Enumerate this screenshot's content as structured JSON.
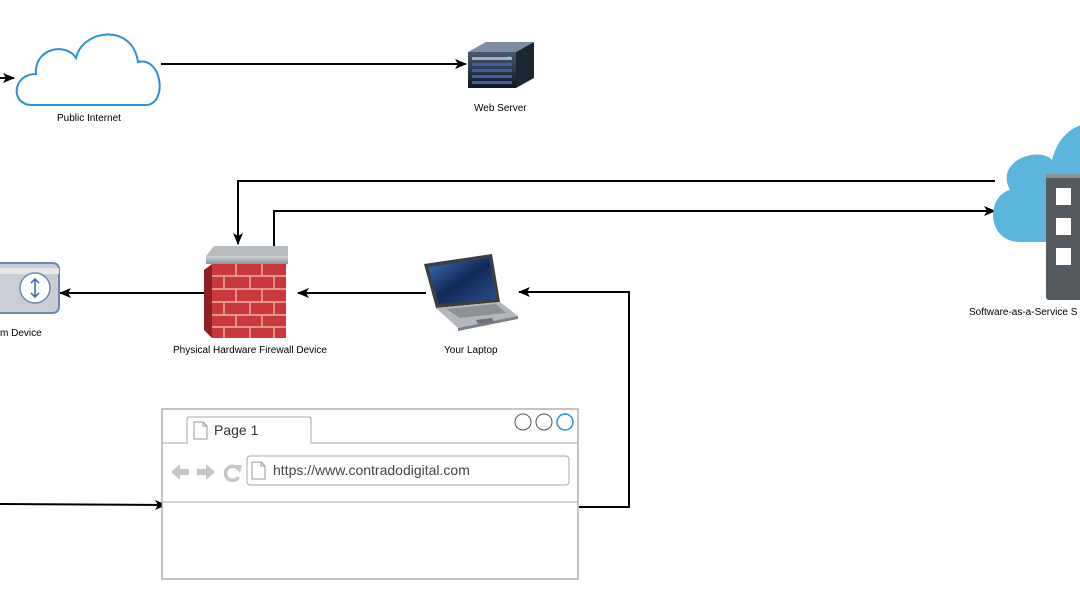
{
  "nodes": {
    "public_internet": {
      "label": "Public Internet",
      "icon": "cloud-icon"
    },
    "web_server": {
      "label": "Web Server",
      "icon": "server-icon"
    },
    "saas": {
      "label": "Software-as-a-Service S",
      "icon": "cloud-building-icon"
    },
    "modem": {
      "label": "m Device",
      "icon": "modem-icon"
    },
    "firewall": {
      "label": "Physical Hardware Firewall Device",
      "icon": "firewall-brick-icon"
    },
    "laptop": {
      "label": "Your Laptop",
      "icon": "laptop-icon"
    }
  },
  "browser": {
    "tab_label": "Page 1",
    "url": "https://www.contradodigital.com"
  },
  "colors": {
    "cloud_outline": "#2f8fd8",
    "saas_cloud": "#5bb5dd",
    "brick": "#c9383b",
    "line": "#000000"
  }
}
